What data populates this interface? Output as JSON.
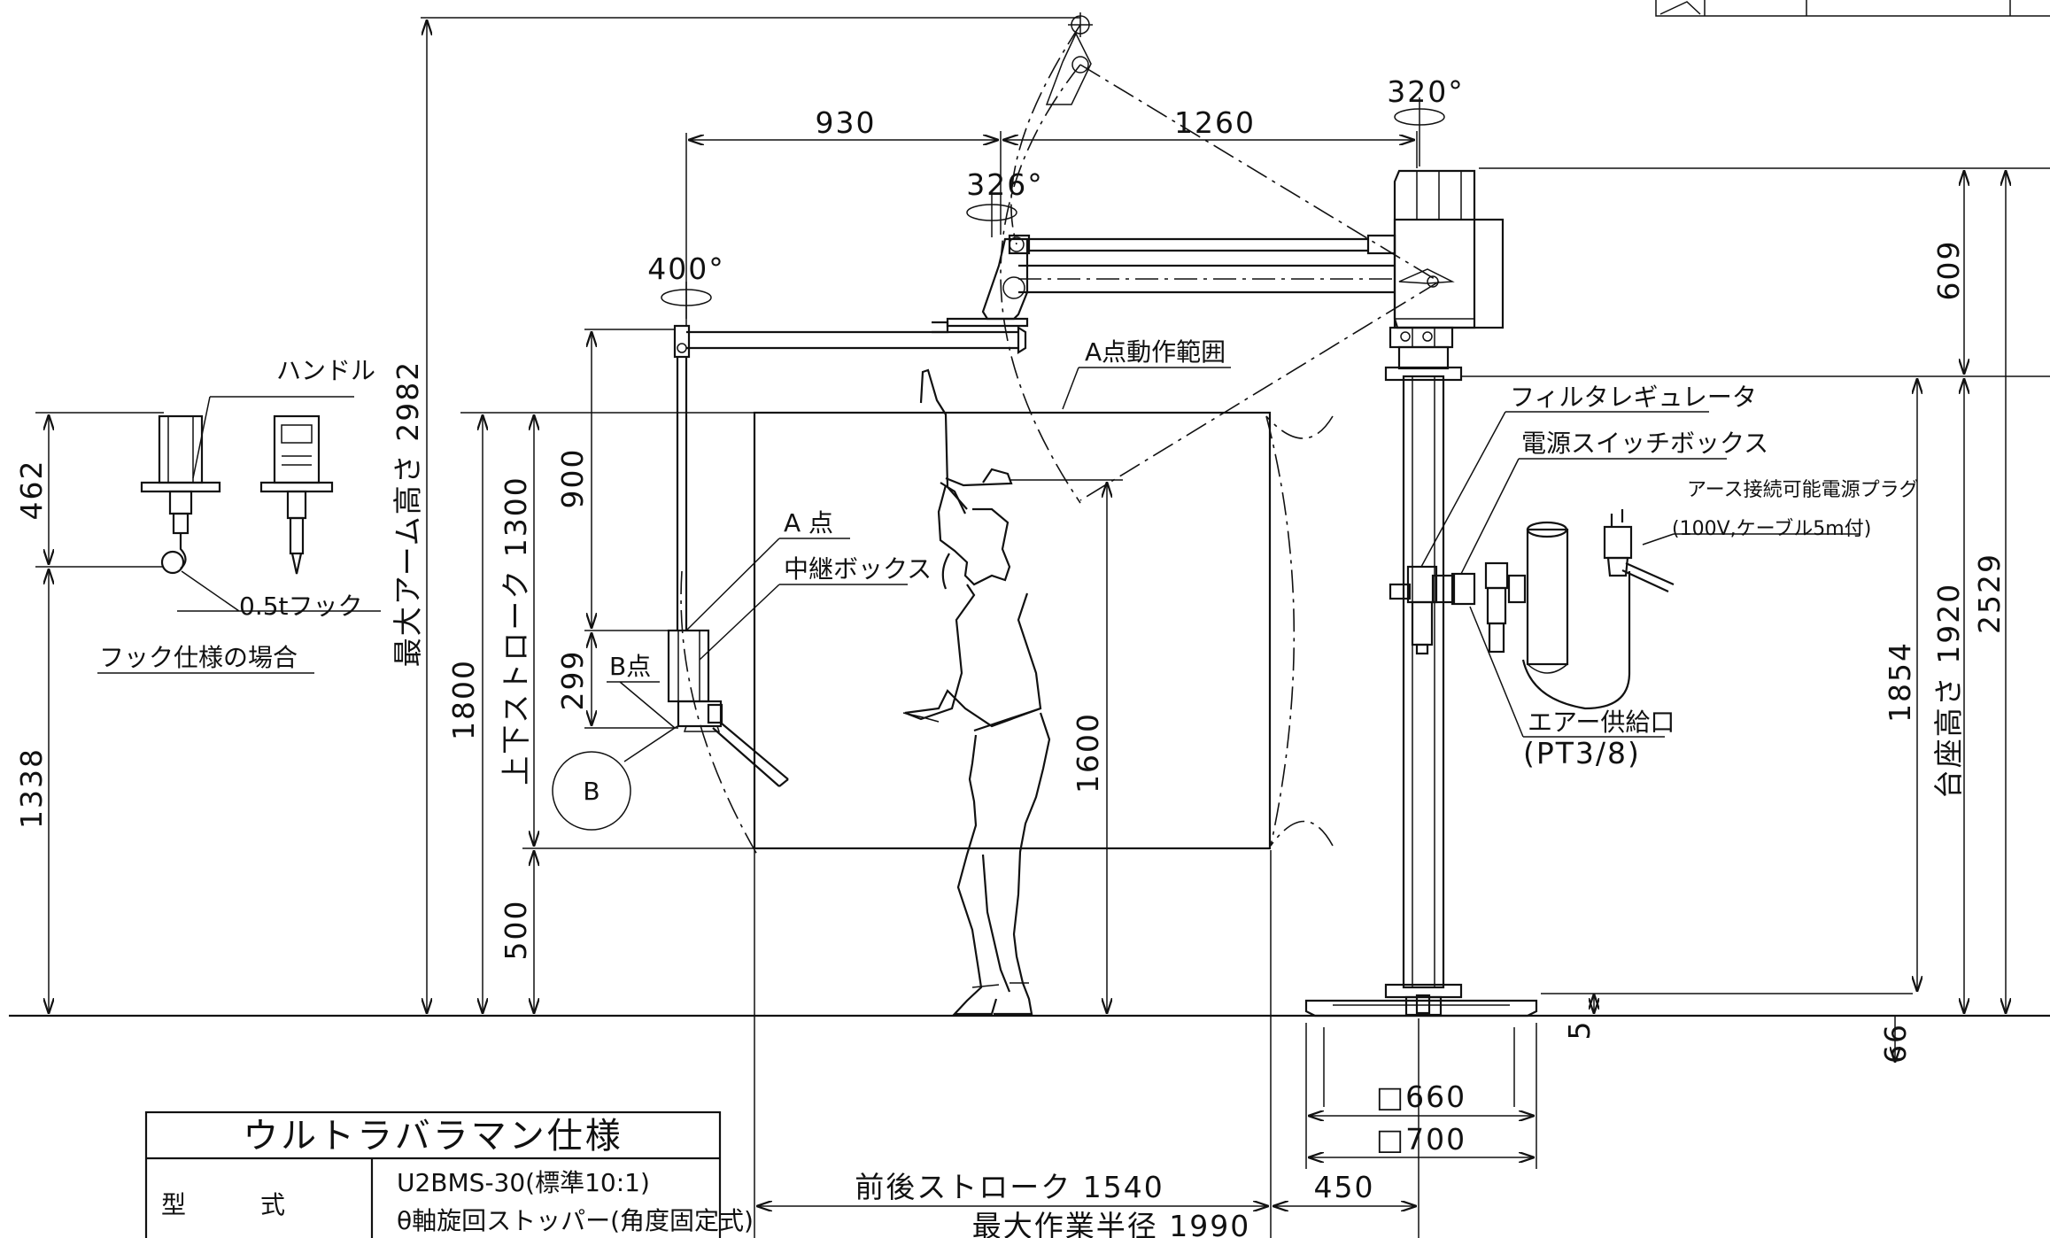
{
  "dimensions": {
    "d930": "930",
    "d1260": "1260",
    "d320deg": "320°",
    "d326deg": "326°",
    "d400deg": "400°",
    "d609": "609",
    "d462": "462",
    "d2982": "最大アーム高さ 2982",
    "d900": "900",
    "d1300": "上下ストローク 1300",
    "d1800": "1800",
    "d299": "299",
    "d1600": "1600",
    "d1338": "1338",
    "d500": "500",
    "d1854": "1854",
    "d1920": "台座高さ 1920",
    "d2529": "2529",
    "d5": "5",
    "d66": "66",
    "d660": "□660",
    "d700": "□700",
    "d450": "450",
    "d1540": "前後ストローク 1540",
    "d1990": "最大作業半径 1990"
  },
  "labels": {
    "handle": "ハンドル",
    "hook": "0.5tフック",
    "hook_case": "フック仕様の場合",
    "point_a": "A 点",
    "relay_box": "中継ボックス",
    "point_b": "B点",
    "detail_b": "B",
    "range_a": "A点動作範囲",
    "filter": "フィルタレギュレータ",
    "power_box": "電源スイッチボックス",
    "plug": "アース接続可能電源プラグ",
    "plug_spec": "(100V,ケーブル5m付)",
    "air": "エアー供給口",
    "air_spec": "(PT3/8)"
  },
  "spec_table": {
    "title": "ウルトラバラマン仕様",
    "row_label": "型　　　式",
    "model": "U2BMS-30(標準10:1)",
    "option": "θ軸旋回ストッパー(角度固定式)"
  }
}
